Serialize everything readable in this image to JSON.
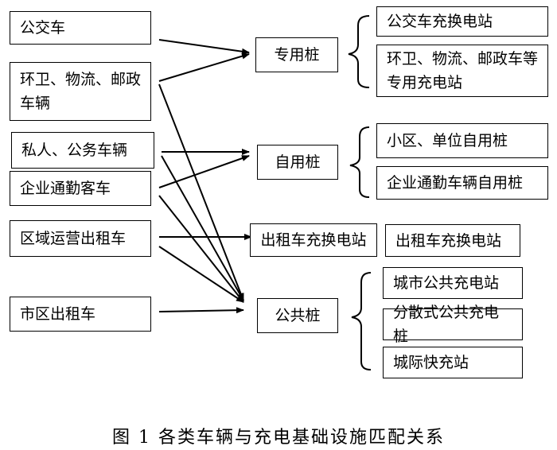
{
  "vehicles": [
    "公交车",
    "环卫、物流、邮政车辆",
    "私人、公务车辆",
    "企业通勤客车",
    "区域运营出租车",
    "市区出租车"
  ],
  "piles": [
    "专用桩",
    "自用桩",
    "出租车充换电站",
    "公共桩"
  ],
  "facilities": [
    "公交车充换电站",
    "环卫、物流、邮政车等专用充电站",
    "小区、单位自用桩",
    "企业通勤车辆自用桩",
    "出租车充换电站",
    "城市公共充电站",
    "分散式公共充电桩",
    "城际快充站"
  ],
  "caption": "图 1 各类车辆与充电基础设施匹配关系"
}
